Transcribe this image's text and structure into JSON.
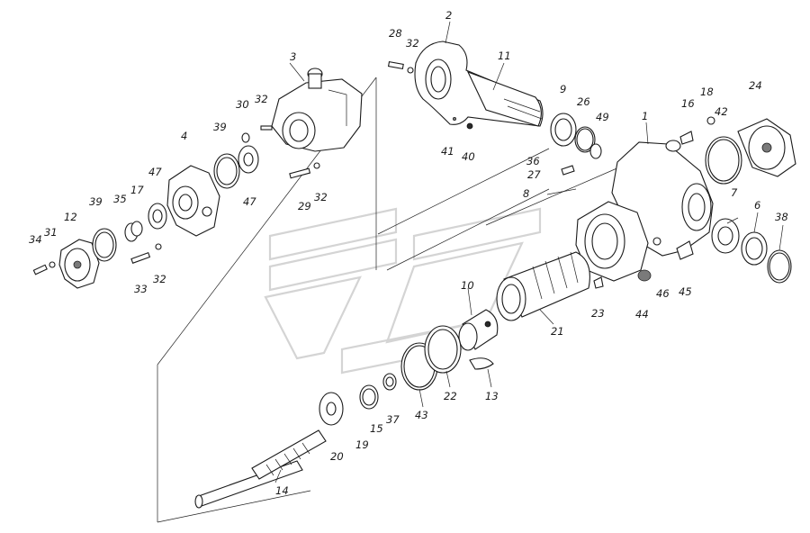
{
  "labels": {
    "l1": "1",
    "l2": "2",
    "l3": "3",
    "l4": "4",
    "l6": "6",
    "l7": "7",
    "l8": "8",
    "l9": "9",
    "l10": "10",
    "l11": "11",
    "l12": "12",
    "l13": "13",
    "l14": "14",
    "l15": "15",
    "l16": "16",
    "l17": "17",
    "l18": "18",
    "l19": "19",
    "l20": "20",
    "l21": "21",
    "l22": "22",
    "l23": "23",
    "l24": "24",
    "l26": "26",
    "l27": "27",
    "l28": "28",
    "l29": "29",
    "l30": "30",
    "l31": "31",
    "l32a": "32",
    "l32b": "32",
    "l32c": "32",
    "l32d": "32",
    "l33": "33",
    "l34": "34",
    "l35": "35",
    "l36": "36",
    "l37": "37",
    "l38": "38",
    "l39a": "39",
    "l39b": "39",
    "l40": "40",
    "l41": "41",
    "l42": "42",
    "l43": "43",
    "l44": "44",
    "l45": "45",
    "l46": "46",
    "l47a": "47",
    "l47b": "47",
    "l49": "49"
  }
}
